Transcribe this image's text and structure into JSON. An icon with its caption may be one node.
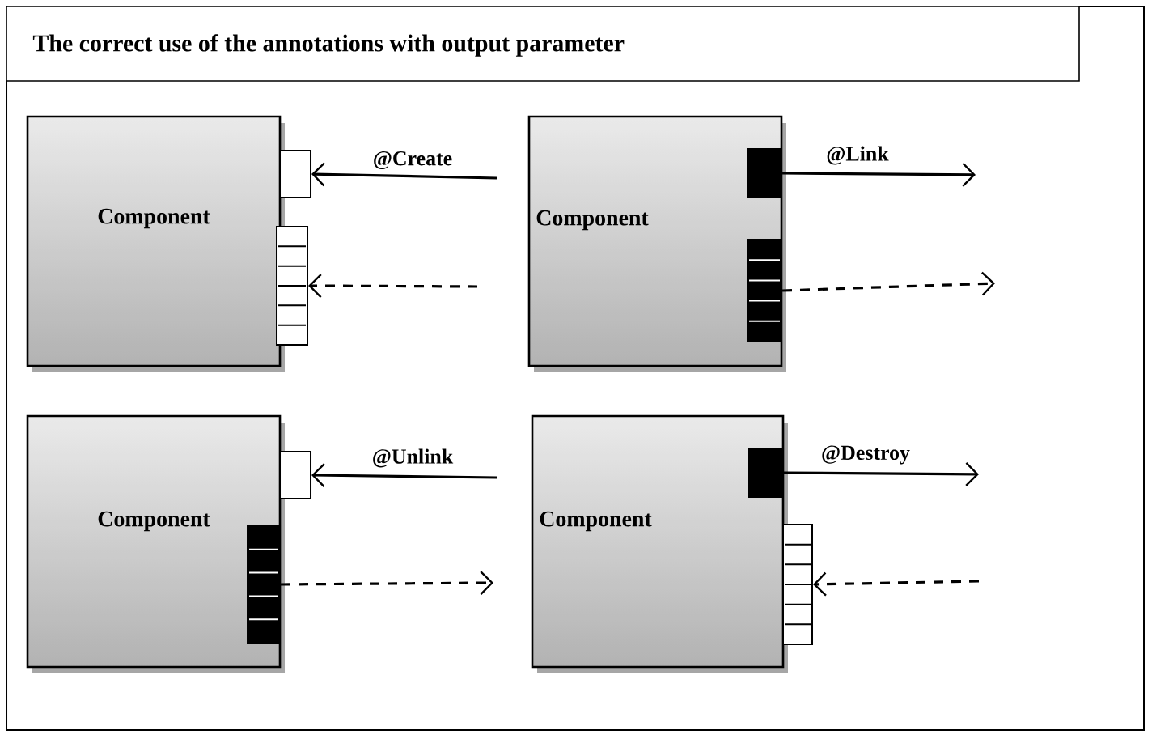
{
  "diagram": {
    "title": "The correct use of the annotations with output parameter",
    "nodes": [
      {
        "text": [
          "Component"
        ]
      },
      {
        "text": [],
        "shape": "box"
      },
      {
        "text": [],
        "shape": "box"
      },
      {
        "text": [
          "Component"
        ]
      },
      {
        "text": [],
        "shape": "box",
        "in": 3
      },
      {
        "text": [],
        "shape": "box",
        "in": 3
      },
      {
        "text": [
          "Component"
        ]
      },
      {
        "text": [],
        "shape": "box"
      },
      {
        "text": [],
        "shape": "box",
        "in": 6
      },
      {
        "text": [
          "Component"
        ]
      },
      {
        "text": [],
        "shape": "box",
        "in": 9
      },
      {
        "text": [],
        "shape": "box"
      }
    ],
    "edges": [
      {
        "from": null,
        "to": 1,
        "arrow": "to",
        "label": "@Create"
      },
      {
        "from": null,
        "to": 2,
        "arrow": "to",
        "style": "dashed"
      },
      {
        "from": 4,
        "to": null,
        "arrow": "to",
        "label": "@Link"
      },
      {
        "from": 5,
        "to": null,
        "arrow": "to",
        "style": "dashed"
      },
      {
        "from": null,
        "to": 7,
        "arrow": "to",
        "label": "@Unlink"
      },
      {
        "from": 8,
        "to": null,
        "arrow": "to",
        "style": "dashed"
      },
      {
        "from": 10,
        "to": null,
        "arrow": "to",
        "label": "@Destroy"
      },
      {
        "from": null,
        "to": 11,
        "arrow": "to",
        "style": "dashed"
      }
    ]
  }
}
